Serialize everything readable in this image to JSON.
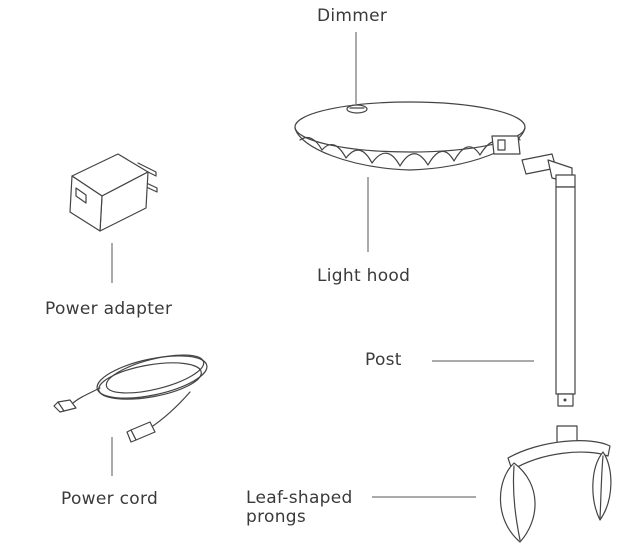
{
  "labels": {
    "dimmer": "Dimmer",
    "light_hood": "Light hood",
    "power_adapter": "Power adapter",
    "post": "Post",
    "power_cord": "Power cord",
    "leaf_prongs_line1": "Leaf-shaped",
    "leaf_prongs_line2": "prongs"
  },
  "colors": {
    "line": "#444444",
    "text": "#3a3a3a",
    "background": "#ffffff"
  }
}
